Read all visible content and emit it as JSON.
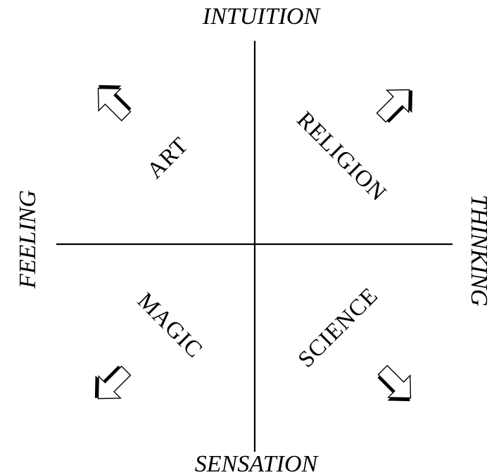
{
  "axes": {
    "top": "INTUITION",
    "bottom": "SENSATION",
    "left": "FEELING",
    "right": "THINKING"
  },
  "quadrants": {
    "top_left": "ART",
    "top_right": "RELIGION",
    "bottom_left": "MAGIC",
    "bottom_right": "SCIENCE"
  },
  "arrows": {
    "top_left": "arrow-up-left-icon",
    "top_right": "arrow-up-right-icon",
    "bottom_left": "arrow-down-left-icon",
    "bottom_right": "arrow-down-right-icon"
  },
  "colors": {
    "ink": "#000000",
    "background": "#ffffff"
  }
}
